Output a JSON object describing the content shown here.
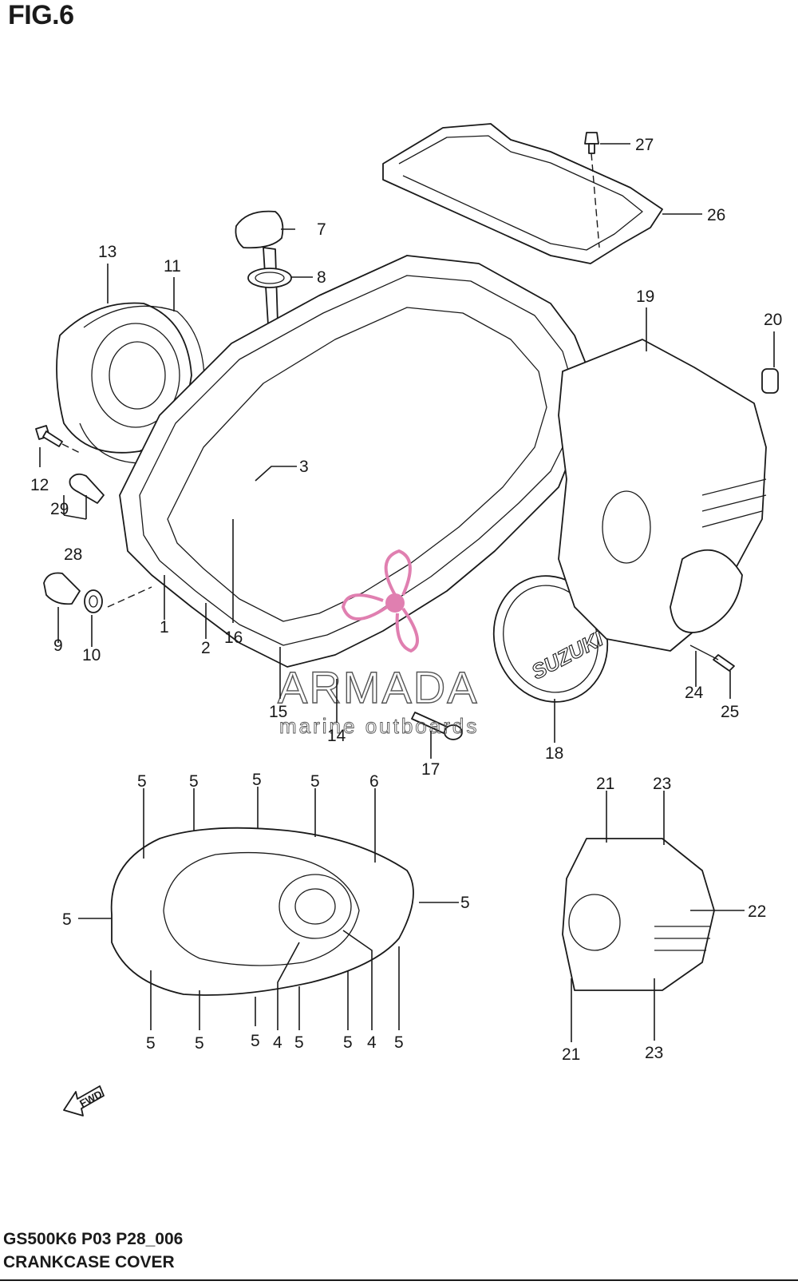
{
  "figure": {
    "title": "FIG.6"
  },
  "footer": {
    "model_code": "GS500K6 P03 P28_006",
    "section_name": "CRANKCASE COVER"
  },
  "watermark": {
    "brand": "ARMADA",
    "tagline": "marine outboards",
    "color": "#e07fb0"
  },
  "cover_badge_text": "SUZUKI",
  "fwd_label": "FWD",
  "callouts": {
    "c1": "1",
    "c2": "2",
    "c3": "3",
    "c7": "7",
    "c8": "8",
    "c9": "9",
    "c10": "10",
    "c11": "11",
    "c12": "12",
    "c13": "13",
    "c14": "14",
    "c15": "15",
    "c16": "16",
    "c17": "17",
    "c18": "18",
    "c19": "19",
    "c20": "20",
    "c24": "24",
    "c25": "25",
    "c26": "26",
    "c27": "27",
    "c28": "28",
    "c29": "29",
    "g5a": "5",
    "g5b": "5",
    "g5c": "5",
    "g5d": "5",
    "g6": "6",
    "g5e": "5",
    "g5f": "5",
    "g5g": "5",
    "g5h": "5",
    "g5i": "5",
    "g4a": "4",
    "g5j": "5",
    "g5k": "5",
    "g4b": "4",
    "g5l": "5",
    "s21a": "21",
    "s23a": "23",
    "s22": "22",
    "s21b": "21",
    "s23b": "23"
  }
}
